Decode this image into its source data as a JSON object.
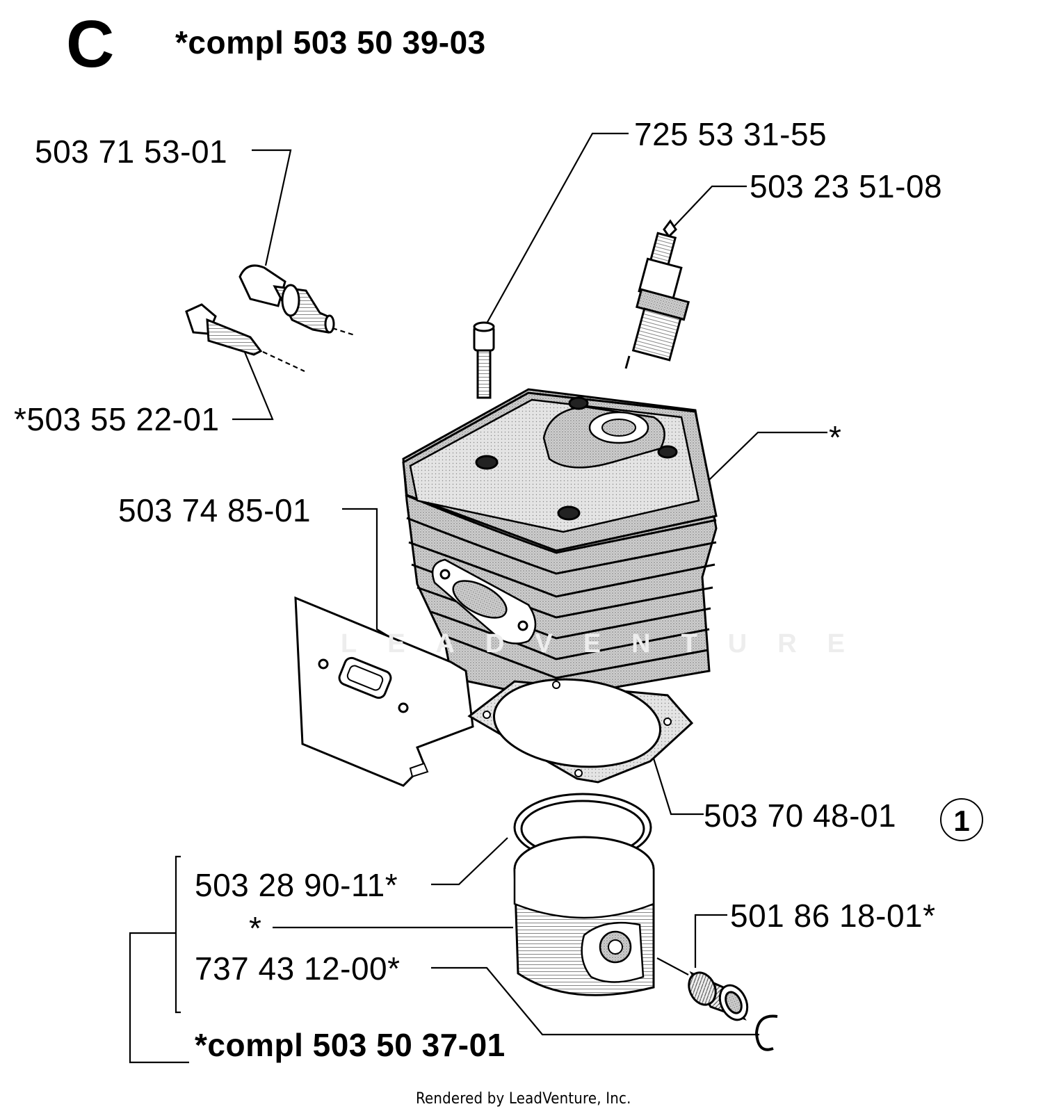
{
  "section_letter": "C",
  "title_top": "*compl 503 50 39-03",
  "title_bottom": "*compl 503 50 37-01",
  "watermark": "LEADVENTURE",
  "footer": "Rendered by LeadVenture, Inc.",
  "parts": [
    {
      "id": "p1",
      "label": "503 71 53-01"
    },
    {
      "id": "p2",
      "label": "*503 55 22-01"
    },
    {
      "id": "p3",
      "label": "725 53 31-55"
    },
    {
      "id": "p4",
      "label": "503 23 51-08"
    },
    {
      "id": "p5",
      "label": "*"
    },
    {
      "id": "p6",
      "label": "503 74 85-01"
    },
    {
      "id": "p7",
      "label": "503 70 48-01"
    },
    {
      "id": "p8",
      "label": "503 28 90-11*"
    },
    {
      "id": "p9",
      "label": "*"
    },
    {
      "id": "p10",
      "label": "737 43 12-00*"
    },
    {
      "id": "p11",
      "label": "501 86 18-01*"
    }
  ],
  "badge": "1",
  "clip_letter": "C"
}
